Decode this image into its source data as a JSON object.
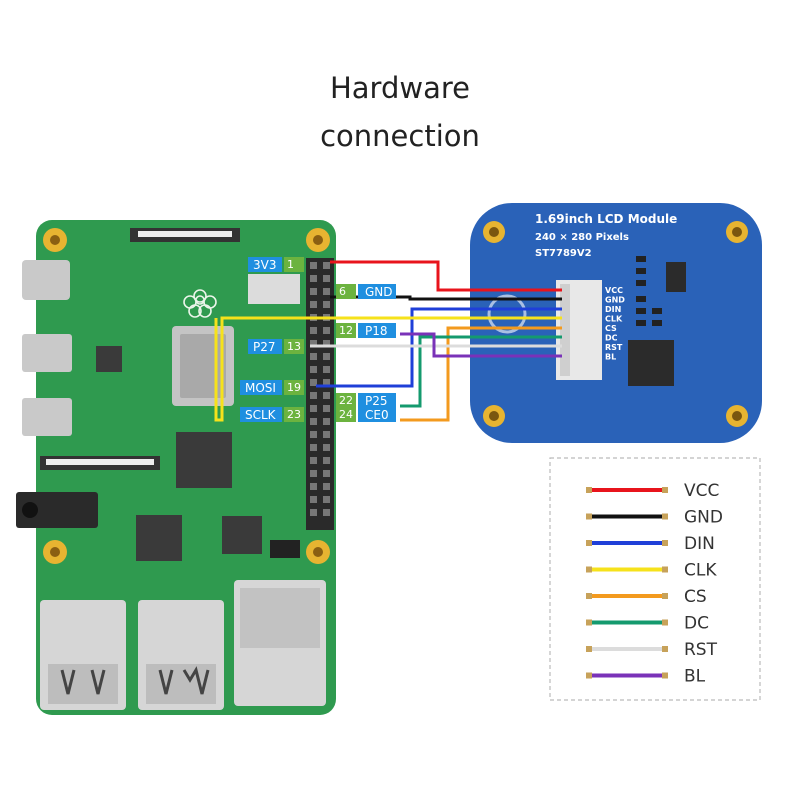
{
  "title": {
    "line1": "Hardware",
    "line2": "connection"
  },
  "lcd": {
    "name": "1.69inch LCD Module",
    "resolution": "240 × 280 Pixels",
    "driver": "ST7789V2"
  },
  "pins": [
    {
      "label": "3V3",
      "number": "1"
    },
    {
      "label": "GND",
      "number": "6"
    },
    {
      "label": "P18",
      "number": "12"
    },
    {
      "label": "P27",
      "number": "13"
    },
    {
      "label": "MOSI",
      "number": "19"
    },
    {
      "label": "P25",
      "number": "22"
    },
    {
      "label": "SCLK",
      "number": "23"
    },
    {
      "label": "CE0",
      "number": "24"
    }
  ],
  "signals": [
    {
      "name": "VCC",
      "color": "#e8141c"
    },
    {
      "name": "GND",
      "color": "#111111"
    },
    {
      "name": "DIN",
      "color": "#1f3fd8"
    },
    {
      "name": "CLK",
      "color": "#f6e21b"
    },
    {
      "name": "CS",
      "color": "#f39a1e"
    },
    {
      "name": "DC",
      "color": "#149a6e"
    },
    {
      "name": "RST",
      "color": "#dcdcdc"
    },
    {
      "name": "BL",
      "color": "#7a32b8"
    }
  ],
  "colors": {
    "board": "#2f9a4f",
    "lcd": "#2a62b8",
    "pin_label": "#1f8fe0",
    "pin_number": "#6cb33f"
  }
}
